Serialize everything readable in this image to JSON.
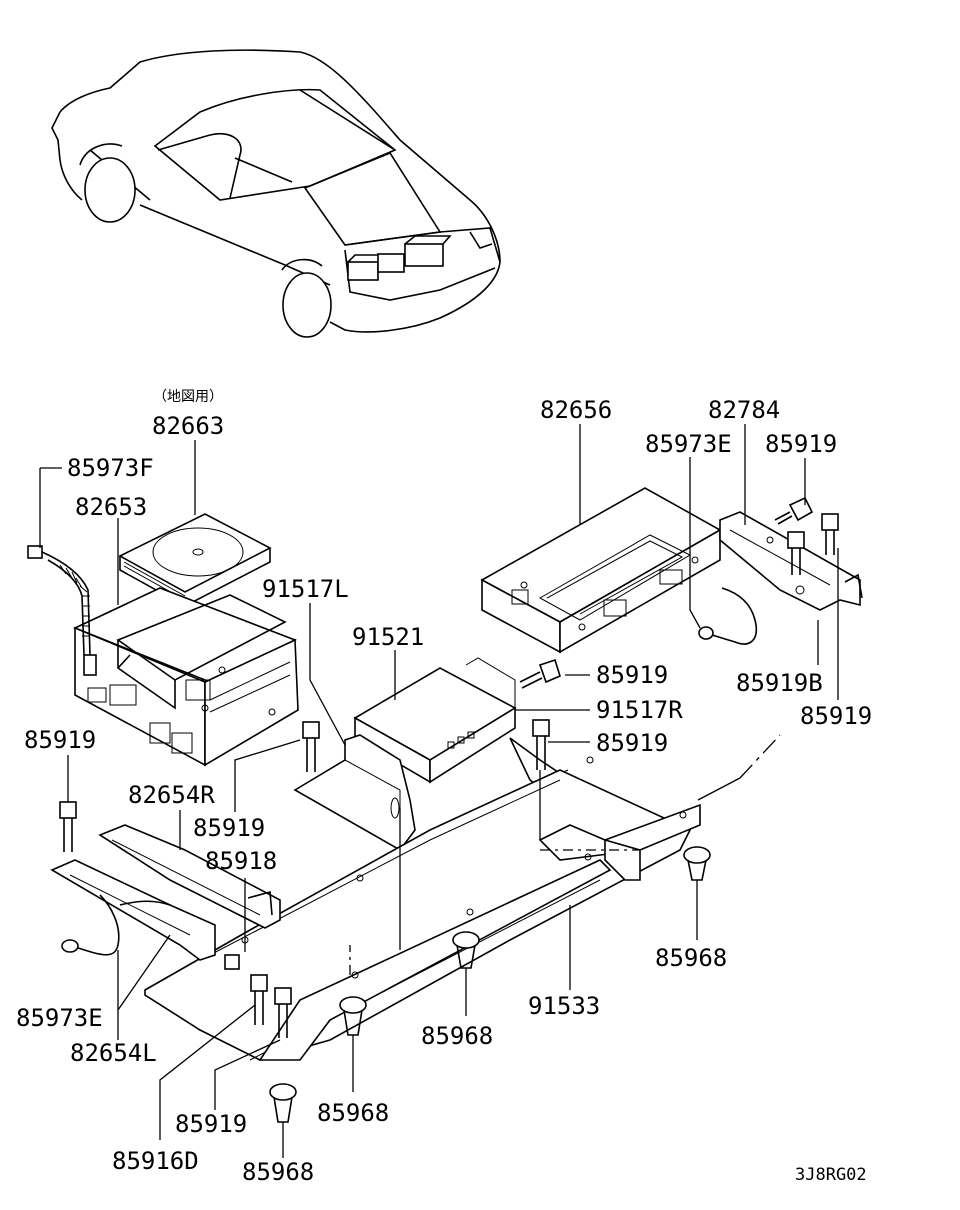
{
  "labels": {
    "note_map": "（地図用）",
    "p82663": "82663",
    "p85973F": "85973F",
    "p82653": "82653",
    "p91517L": "91517L",
    "p91521": "91521",
    "p82656": "82656",
    "p82784": "82784",
    "p85973E_top": "85973E",
    "p85919_top": "85919",
    "p85919_mid": "85919",
    "p91517R": "91517R",
    "p85919_mid2": "85919",
    "p85919B": "85919B",
    "p85919_right": "85919",
    "p85919_left": "85919",
    "p82654R": "82654R",
    "p85919_c": "85919",
    "p85918": "85918",
    "p85968_r": "85968",
    "p91533": "91533",
    "p85973E_bot": "85973E",
    "p82654L": "82654L",
    "p85968_m": "85968",
    "p85919_b": "85919",
    "p85968_b1": "85968",
    "p85916D": "85916D",
    "p85968_b2": "85968",
    "code": "3J8RG02"
  }
}
